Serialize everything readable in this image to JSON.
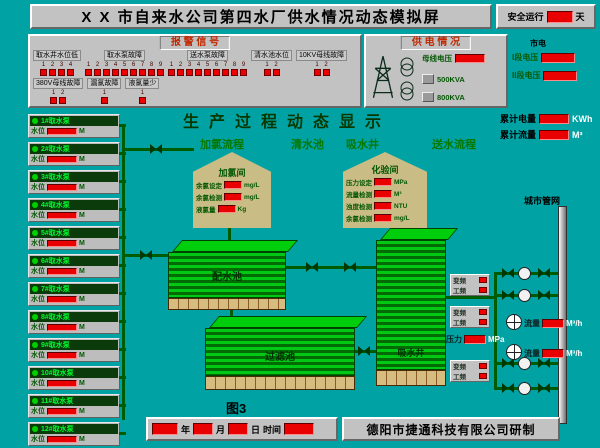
{
  "header": {
    "title": "X X 市自来水公司第四水厂供水情况动态模拟屏",
    "safety_label": "安全运行",
    "safety_unit": "天"
  },
  "alarm_panel": {
    "title": "报 警 信 号",
    "groups": [
      {
        "label": "取水井水位低",
        "indicators": [
          "1",
          "2",
          "3",
          "4"
        ]
      },
      {
        "label": "取水泵故障",
        "indicators": [
          "1",
          "2",
          "3",
          "4",
          "5",
          "6",
          "7",
          "8",
          "9"
        ]
      },
      {
        "label": "送水泵故障",
        "indicators": [
          "1",
          "2",
          "3",
          "4",
          "5",
          "6",
          "7",
          "8",
          "9"
        ]
      },
      {
        "label": "清水池水位",
        "indicators": [
          "1",
          "2"
        ]
      },
      {
        "label": "10KV母线故障",
        "indicators": [
          "1",
          "2"
        ]
      },
      {
        "label": "380V母线故障",
        "indicators": [
          "1",
          "2"
        ]
      },
      {
        "label": "漏氯故障",
        "indicators": [
          "1"
        ]
      },
      {
        "label": "液氯量少",
        "indicators": [
          "1"
        ]
      }
    ]
  },
  "power_panel": {
    "title": "供 电 情 况",
    "bus_voltage_label": "母线电压",
    "transformer_1": "500KVA",
    "transformer_2": "800KVA",
    "city_power_label": "市电",
    "section_1_label": "I段电压",
    "section_2_label": "II段电压"
  },
  "totals": {
    "energy_label": "累计电量",
    "energy_unit": "KWh",
    "flow_label": "累计流量",
    "flow_unit": "M³"
  },
  "process": {
    "title": "生产过程动态显示",
    "labels": {
      "chlorination": "加氯流程",
      "clear_pool": "清水池",
      "suction_well": "吸水井",
      "delivery": "送水流程"
    },
    "figure_caption": "图3"
  },
  "intake": {
    "level_label": "水位",
    "level_unit": "M",
    "pumps": [
      "1#取水泵",
      "2#取水泵",
      "3#取水泵",
      "4#取水泵",
      "5#取水泵",
      "6#取水泵",
      "7#取水泵",
      "8#取水泵",
      "9#取水泵",
      "10#取水泵",
      "11#取水泵",
      "12#取水泵"
    ]
  },
  "chlorine_room": {
    "title": "加氯间",
    "rows": [
      {
        "label": "余氯设定",
        "unit": "mg/L"
      },
      {
        "label": "余氯检测",
        "unit": "mg/L"
      },
      {
        "label": "液氯量",
        "unit": "Kg"
      }
    ]
  },
  "lab_room": {
    "title": "化验间",
    "rows": [
      {
        "label": "压力设定",
        "unit": "MPa"
      },
      {
        "label": "流量检测",
        "unit": "M³"
      },
      {
        "label": "浊度检测",
        "unit": "NTU"
      },
      {
        "label": "余氯检测",
        "unit": "mg/L"
      }
    ]
  },
  "tanks": {
    "tank1": "配水池",
    "tank2": "过滤池",
    "tank3": "吸水井"
  },
  "delivery_station": {
    "status_boxes": [
      {
        "line1": "变频",
        "line2": "工频"
      },
      {
        "line1": "变频",
        "line2": "工频"
      },
      {
        "line1": "变频",
        "line2": "工频"
      }
    ],
    "flow_label": "流量",
    "flow_unit": "M³/h",
    "pressure_label": "压力",
    "pressure_unit": "MPa",
    "network_label": "城市管网"
  },
  "footer": {
    "year_label": "年",
    "month_label": "月",
    "day_label": "日",
    "time_label": "时间",
    "company": "德阳市捷通科技有限公司研制"
  }
}
